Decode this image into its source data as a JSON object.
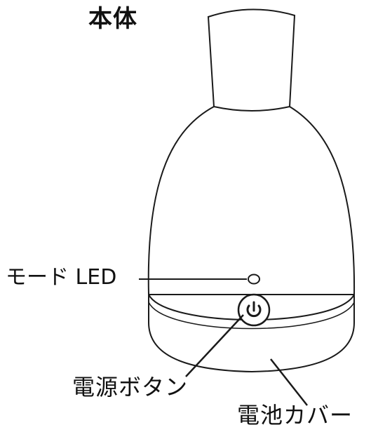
{
  "title": "本体",
  "labels": {
    "mode_led": "モード LED",
    "power_button": "電源ボタン",
    "battery_cover": "電池カバー"
  },
  "colors": {
    "line": "#1a1a1a",
    "background": "#ffffff"
  },
  "icons": {
    "power_button": "power-icon"
  }
}
